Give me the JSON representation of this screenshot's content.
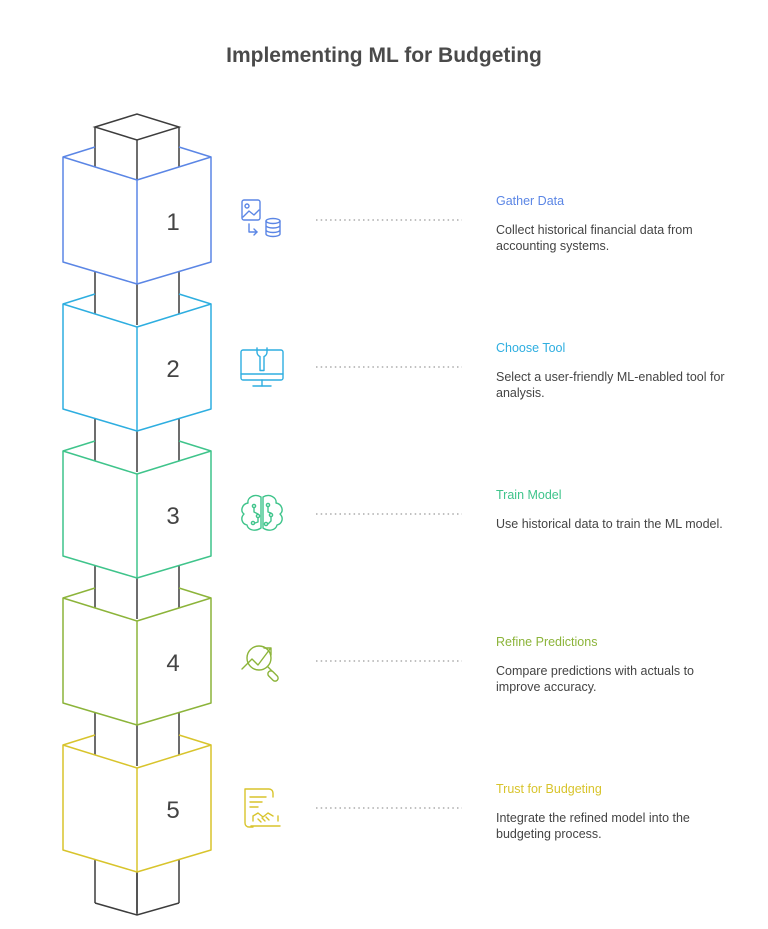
{
  "title": "Implementing ML for Budgeting",
  "steps": [
    {
      "number": "1",
      "title": "Gather Data",
      "description": "Collect historical financial data from accounting systems.",
      "color": "#5b86e5",
      "icon": "image-to-database-icon"
    },
    {
      "number": "2",
      "title": "Choose Tool",
      "description": "Select a user-friendly ML-enabled tool for analysis.",
      "color": "#2eaee0",
      "icon": "monitor-wrench-icon"
    },
    {
      "number": "3",
      "title": "Train Model",
      "description": "Use historical data to train the ML model.",
      "color": "#3fc48b",
      "icon": "brain-circuit-icon"
    },
    {
      "number": "4",
      "title": "Refine Predictions",
      "description": "Compare predictions with actuals to improve accuracy.",
      "color": "#8cb43a",
      "icon": "magnifier-trend-icon"
    },
    {
      "number": "5",
      "title": "Trust for Budgeting",
      "description": "Integrate the refined model into the budgeting process.",
      "color": "#d8c42c",
      "icon": "contract-handshake-icon"
    }
  ]
}
